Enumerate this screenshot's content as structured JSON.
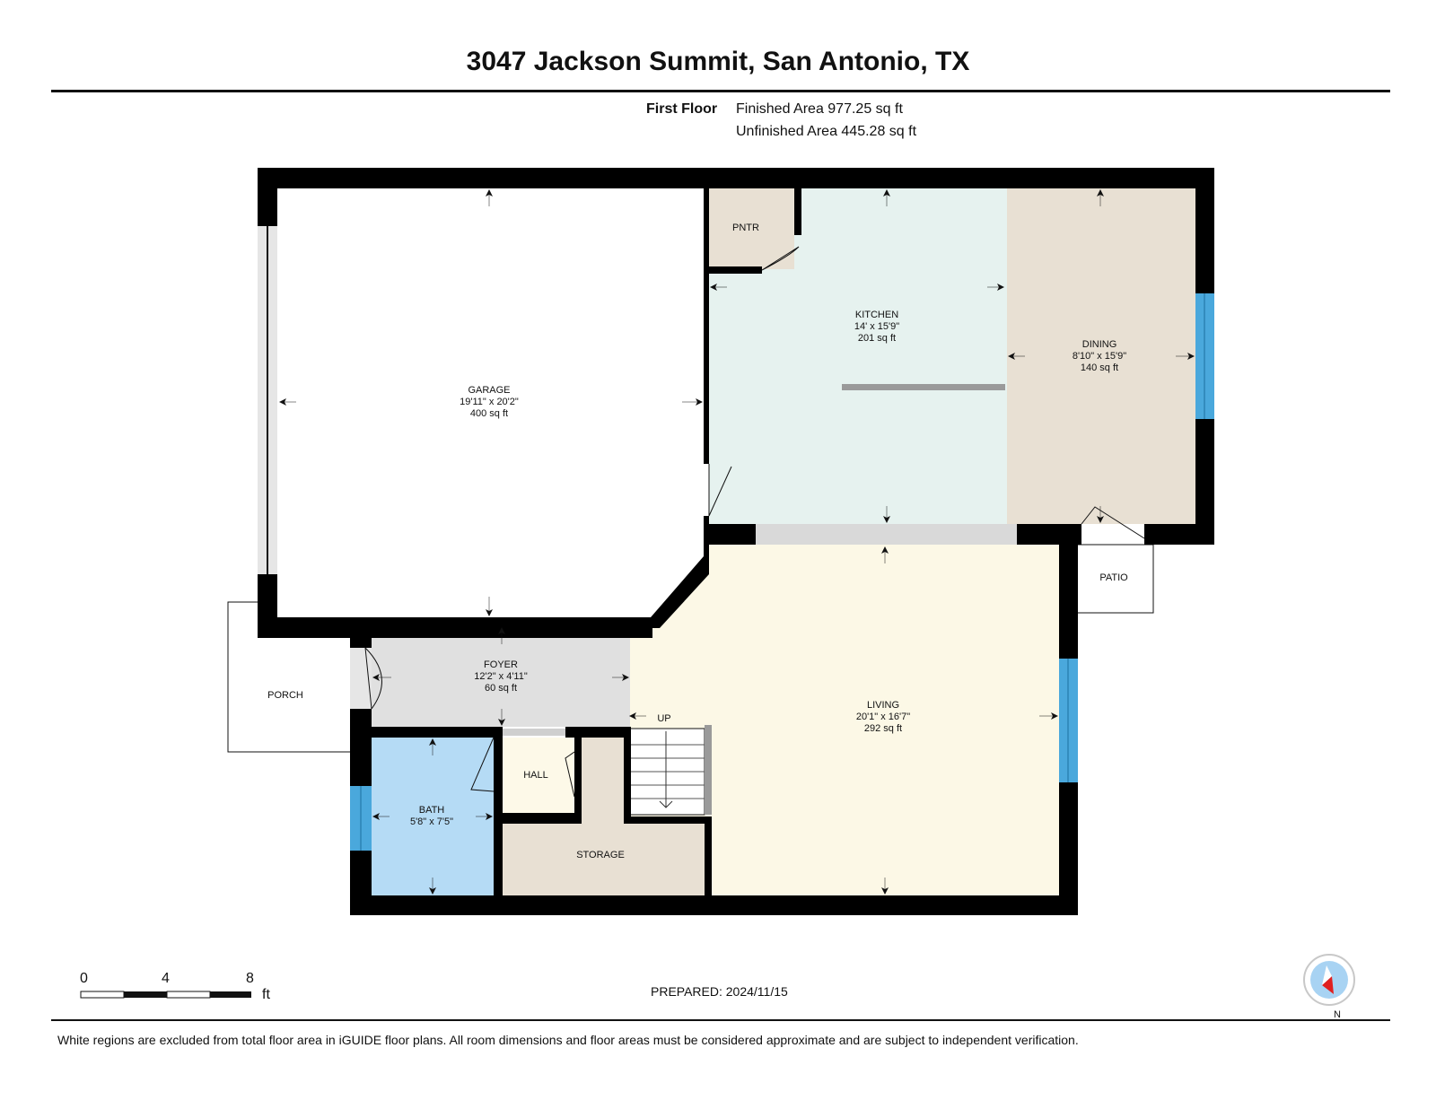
{
  "title": "3047 Jackson Summit, San Antonio, TX",
  "floor": {
    "name": "First Floor",
    "finished_area": "Finished Area 977.25 sq ft",
    "unfinished_area": "Unfinished Area 445.28 sq ft"
  },
  "rooms": {
    "garage": {
      "name": "GARAGE",
      "dims": "19'11\" x 20'2\"",
      "area": "400 sq ft"
    },
    "kitchen": {
      "name": "KITCHEN",
      "dims": "14' x 15'9\"",
      "area": "201 sq ft"
    },
    "dining": {
      "name": "DINING",
      "dims": "8'10\" x 15'9\"",
      "area": "140 sq ft"
    },
    "foyer": {
      "name": "FOYER",
      "dims": "12'2\" x 4'11\"",
      "area": "60 sq ft"
    },
    "living": {
      "name": "LIVING",
      "dims": "20'1\" x 16'7\"",
      "area": "292 sq ft"
    },
    "bath": {
      "name": "BATH",
      "dims": "5'8\" x 7'5\""
    },
    "pantry": {
      "name": "PNTR"
    },
    "hall": {
      "name": "HALL"
    },
    "storage": {
      "name": "STORAGE"
    },
    "porch": {
      "name": "PORCH"
    },
    "patio": {
      "name": "PATIO"
    },
    "stairs": {
      "name": "UP"
    }
  },
  "scale": {
    "ticks": [
      "0",
      "4",
      "8"
    ],
    "unit": "ft"
  },
  "compass": {
    "label": "N"
  },
  "prepared": "PREPARED: 2024/11/15",
  "disclaimer": "White regions are excluded from total floor area in iGUIDE floor plans. All room dimensions and floor areas must be considered approximate and are subject to independent verification.",
  "colors": {
    "wall": "#000000",
    "kitchen": "#e6f2ef",
    "dining": "#e8e0d3",
    "living": "#fcf8e6",
    "foyer": "#e0e0e0",
    "bath": "#b5dbf5",
    "storage": "#e8e0d3",
    "pantry": "#e8e0d3",
    "window": "#4aa8dc"
  }
}
